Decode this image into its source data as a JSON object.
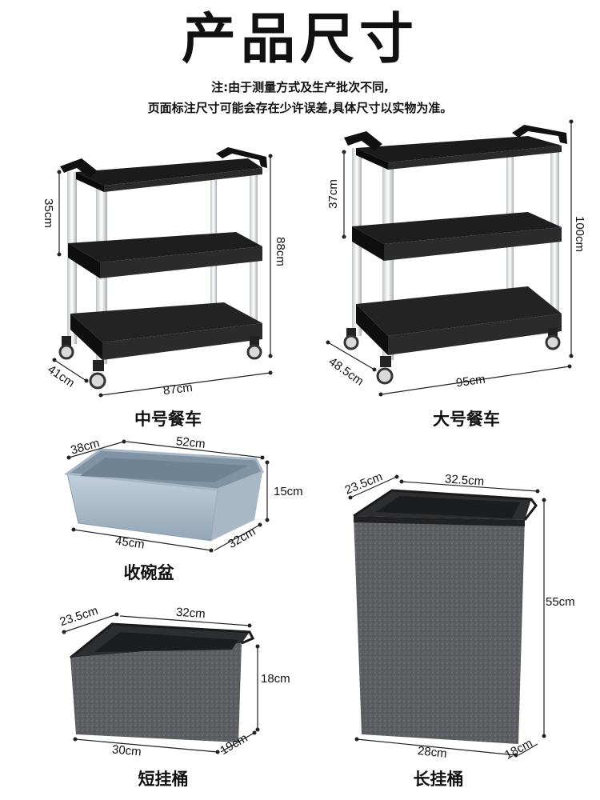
{
  "title": "产品尺寸",
  "note_line1": "注:由于测量方式及生产批次不同,",
  "note_line2": "页面标注尺寸可能会存在少许误差,具体尺寸以实物为准。",
  "products": {
    "medium_cart": {
      "name": "中号餐车",
      "shelf_gap": "35cm",
      "height": "88cm",
      "depth": "41cm",
      "width": "87cm"
    },
    "large_cart": {
      "name": "大号餐车",
      "shelf_gap": "37cm",
      "height": "100cm",
      "depth": "48.5cm",
      "width": "95cm"
    },
    "bowl_basin": {
      "name": "收碗盆",
      "top_depth": "38cm",
      "top_width": "52cm",
      "height": "15cm",
      "bottom_width": "45cm",
      "bottom_depth": "32cm"
    },
    "short_bucket": {
      "name": "短挂桶",
      "top_depth": "23.5cm",
      "top_width": "32cm",
      "height": "18cm",
      "bottom_width": "30cm",
      "bottom_depth": "19cm"
    },
    "long_bucket": {
      "name": "长挂桶",
      "top_depth": "23.5cm",
      "top_width": "32.5cm",
      "height": "55cm",
      "bottom_width": "28cm",
      "bottom_depth": "18cm"
    }
  }
}
